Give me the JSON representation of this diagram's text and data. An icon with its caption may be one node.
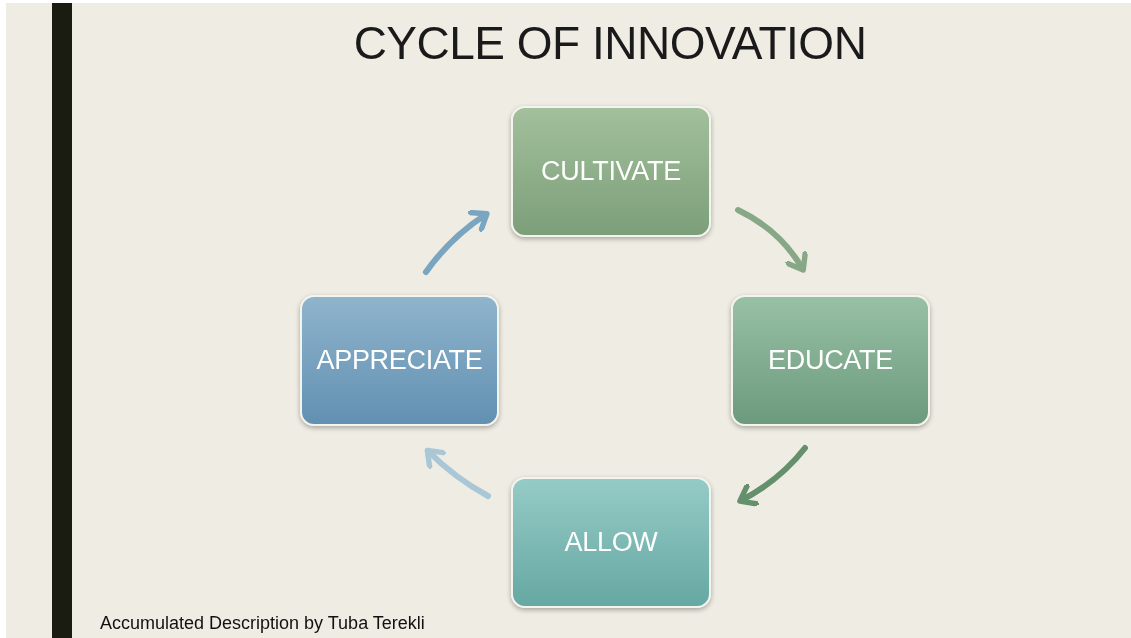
{
  "diagram": {
    "title": "CYCLE OF INNOVATION",
    "caption": "Accumulated Description by Tuba Terekli",
    "nodes": [
      {
        "text": [
          "CULTIVATE"
        ]
      },
      {
        "text": [
          "EDUCATE"
        ]
      },
      {
        "text": [
          "ALLOW"
        ]
      },
      {
        "text": [
          "APPRECIATE"
        ]
      }
    ],
    "edges": [
      {
        "from": 0,
        "to": 1,
        "arrow": "to",
        "color": "#86a886"
      },
      {
        "from": 1,
        "to": 2,
        "arrow": "to",
        "color": "#65906c"
      },
      {
        "from": 2,
        "to": 3,
        "arrow": "to",
        "color": "#a9c7d6"
      },
      {
        "from": 3,
        "to": 0,
        "arrow": "to",
        "color": "#7aa5c1"
      }
    ]
  }
}
